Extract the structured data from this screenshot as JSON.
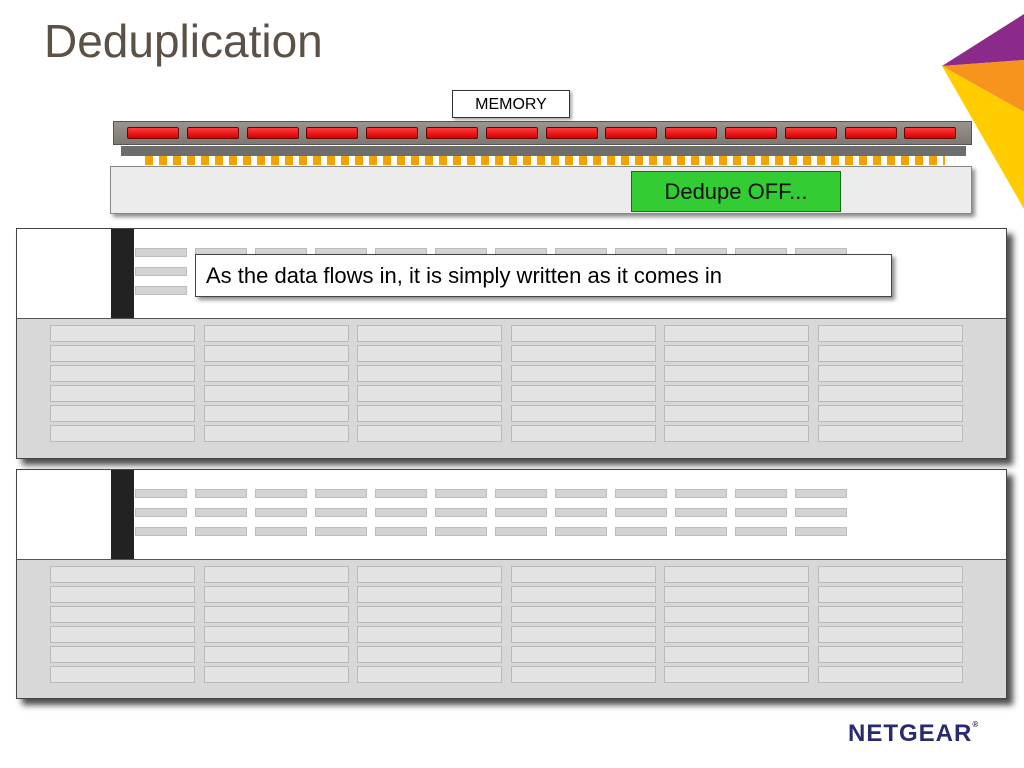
{
  "slide": {
    "title": "Deduplication",
    "memory_label": "MEMORY",
    "dedupe_status": "Dedupe OFF...",
    "callout": "As the data flows in, it is simply written as it comes in",
    "logo": "NETGEAR",
    "logo_mark": "®"
  },
  "colors": {
    "title": "#5b5147",
    "memory_chip": "#e00000",
    "pins": "#f4a300",
    "dedupe_badge": "#33cc33",
    "logo": "#2a2a6e",
    "corner_purple": "#8b2a8b",
    "corner_orange": "#f7941d",
    "corner_yellow": "#ffcc00"
  }
}
